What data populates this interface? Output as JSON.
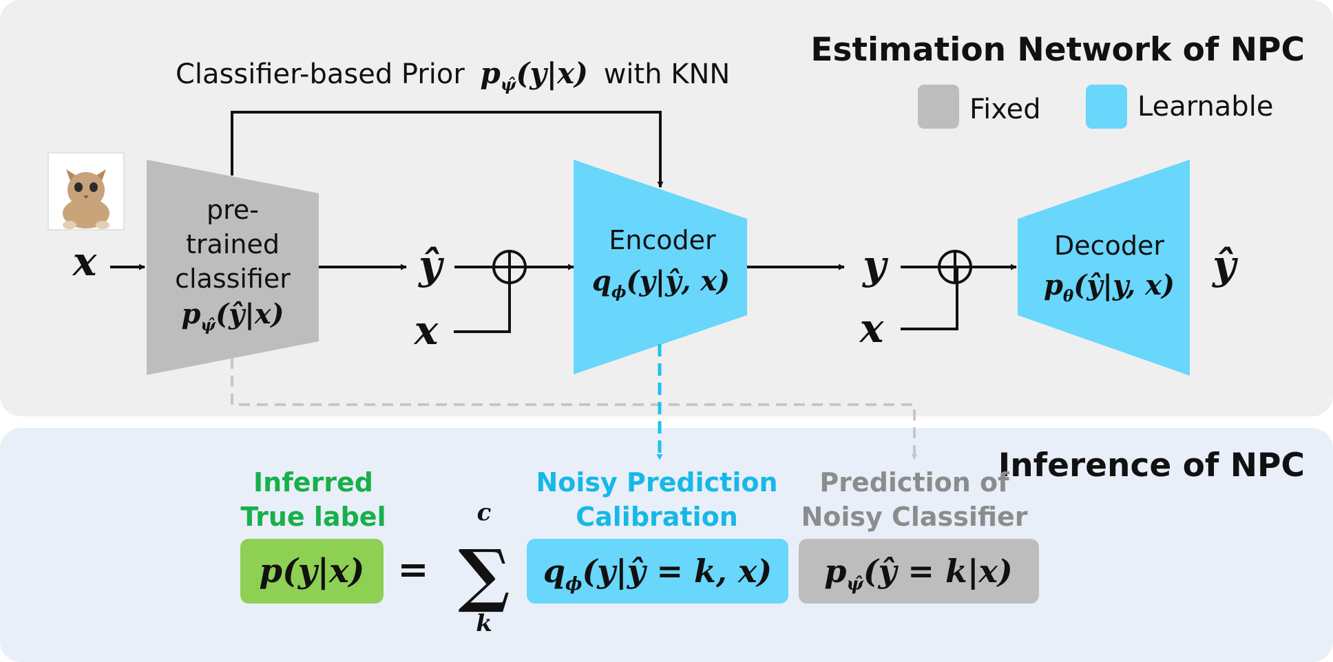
{
  "colors": {
    "panel_top": "#efefef",
    "panel_bottom": "#e9eff8",
    "fixed": "#bdbdbd",
    "learnable": "#69d6fb",
    "inferred": "#8ed053",
    "inferred_text": "#17b04b",
    "noisy_text": "#16b8e8",
    "gray_text": "#8c8c8c",
    "line": "#111111",
    "dash_gray": "#c6c6c6",
    "dash_blue": "#22c1ee"
  },
  "titles": {
    "estimation": "Estimation Network of NPC",
    "inference": "Inference of NPC"
  },
  "legend": {
    "fixed": "Fixed",
    "learnable": "Learnable"
  },
  "prior": {
    "prefix": "Classifier-based Prior",
    "formula": "p",
    "sub": "ψ̂",
    "args": "(y|x)",
    "suffix": "with KNN"
  },
  "image": {
    "icon": "cat-photo"
  },
  "classifier": {
    "line1": "pre-",
    "line2": "trained",
    "line3": "classifier",
    "formula": "p",
    "sub": "ψ̂",
    "args": "(ŷ|x)"
  },
  "encoder": {
    "label": "Encoder",
    "formula": "q",
    "sub": "ϕ",
    "args": "(y|ŷ, x)"
  },
  "decoder": {
    "label": "Decoder",
    "formula": "p",
    "sub": "θ",
    "args": "(ŷ|y, x)"
  },
  "vars": {
    "x_in": "x",
    "yhat_mid": "ŷ",
    "x_mid": "x",
    "y_out": "y",
    "x_out": "x",
    "yhat_final": "ŷ"
  },
  "inference": {
    "inferred_l1": "Inferred",
    "inferred_l2": "True label",
    "noisy_l1": "Noisy Prediction",
    "noisy_l2": "Calibration",
    "pred_l1": "Prediction of",
    "pred_l2": "Noisy Classifier",
    "lhs": "p(y|x)",
    "eq": "=",
    "sum": "∑",
    "sum_top": "c",
    "sum_bottom": "k",
    "term1_f": "q",
    "term1_sub": "ϕ",
    "term1_args": "(y|ŷ = k, x)",
    "term2_f": "p",
    "term2_sub": "ψ̂",
    "term2_args": "(ŷ = k|x)"
  }
}
